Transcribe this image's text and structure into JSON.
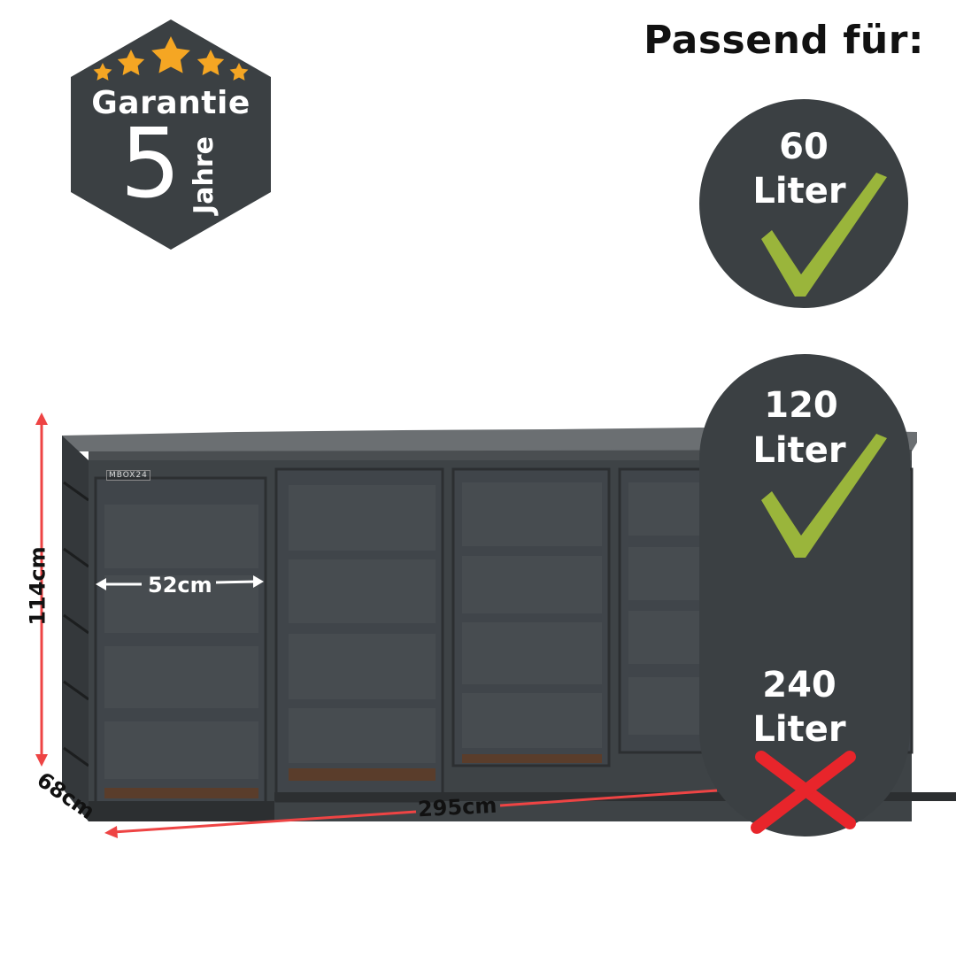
{
  "badge": {
    "title": "Garantie",
    "number": "5",
    "unit": "Jahre",
    "stars": 5,
    "color": "#3b4043"
  },
  "header": {
    "title": "Passend für:"
  },
  "sizes": [
    {
      "number": "60",
      "unit": "Liter",
      "status": "check"
    },
    {
      "number": "120",
      "unit": "Liter",
      "status": "check"
    },
    {
      "number": "240",
      "unit": "Liter",
      "status": "cross"
    }
  ],
  "product": {
    "brand": "MBOX24",
    "color": "#3e4346"
  },
  "dimensions": {
    "height": "114cm",
    "depth": "68cm",
    "width": "295cm",
    "inner_width": "52cm",
    "line_color": "#ee4444"
  },
  "colors": {
    "check": "#9ab53b",
    "cross": "#e8252b",
    "circle": "#3b4043",
    "star": "#f5a623"
  }
}
